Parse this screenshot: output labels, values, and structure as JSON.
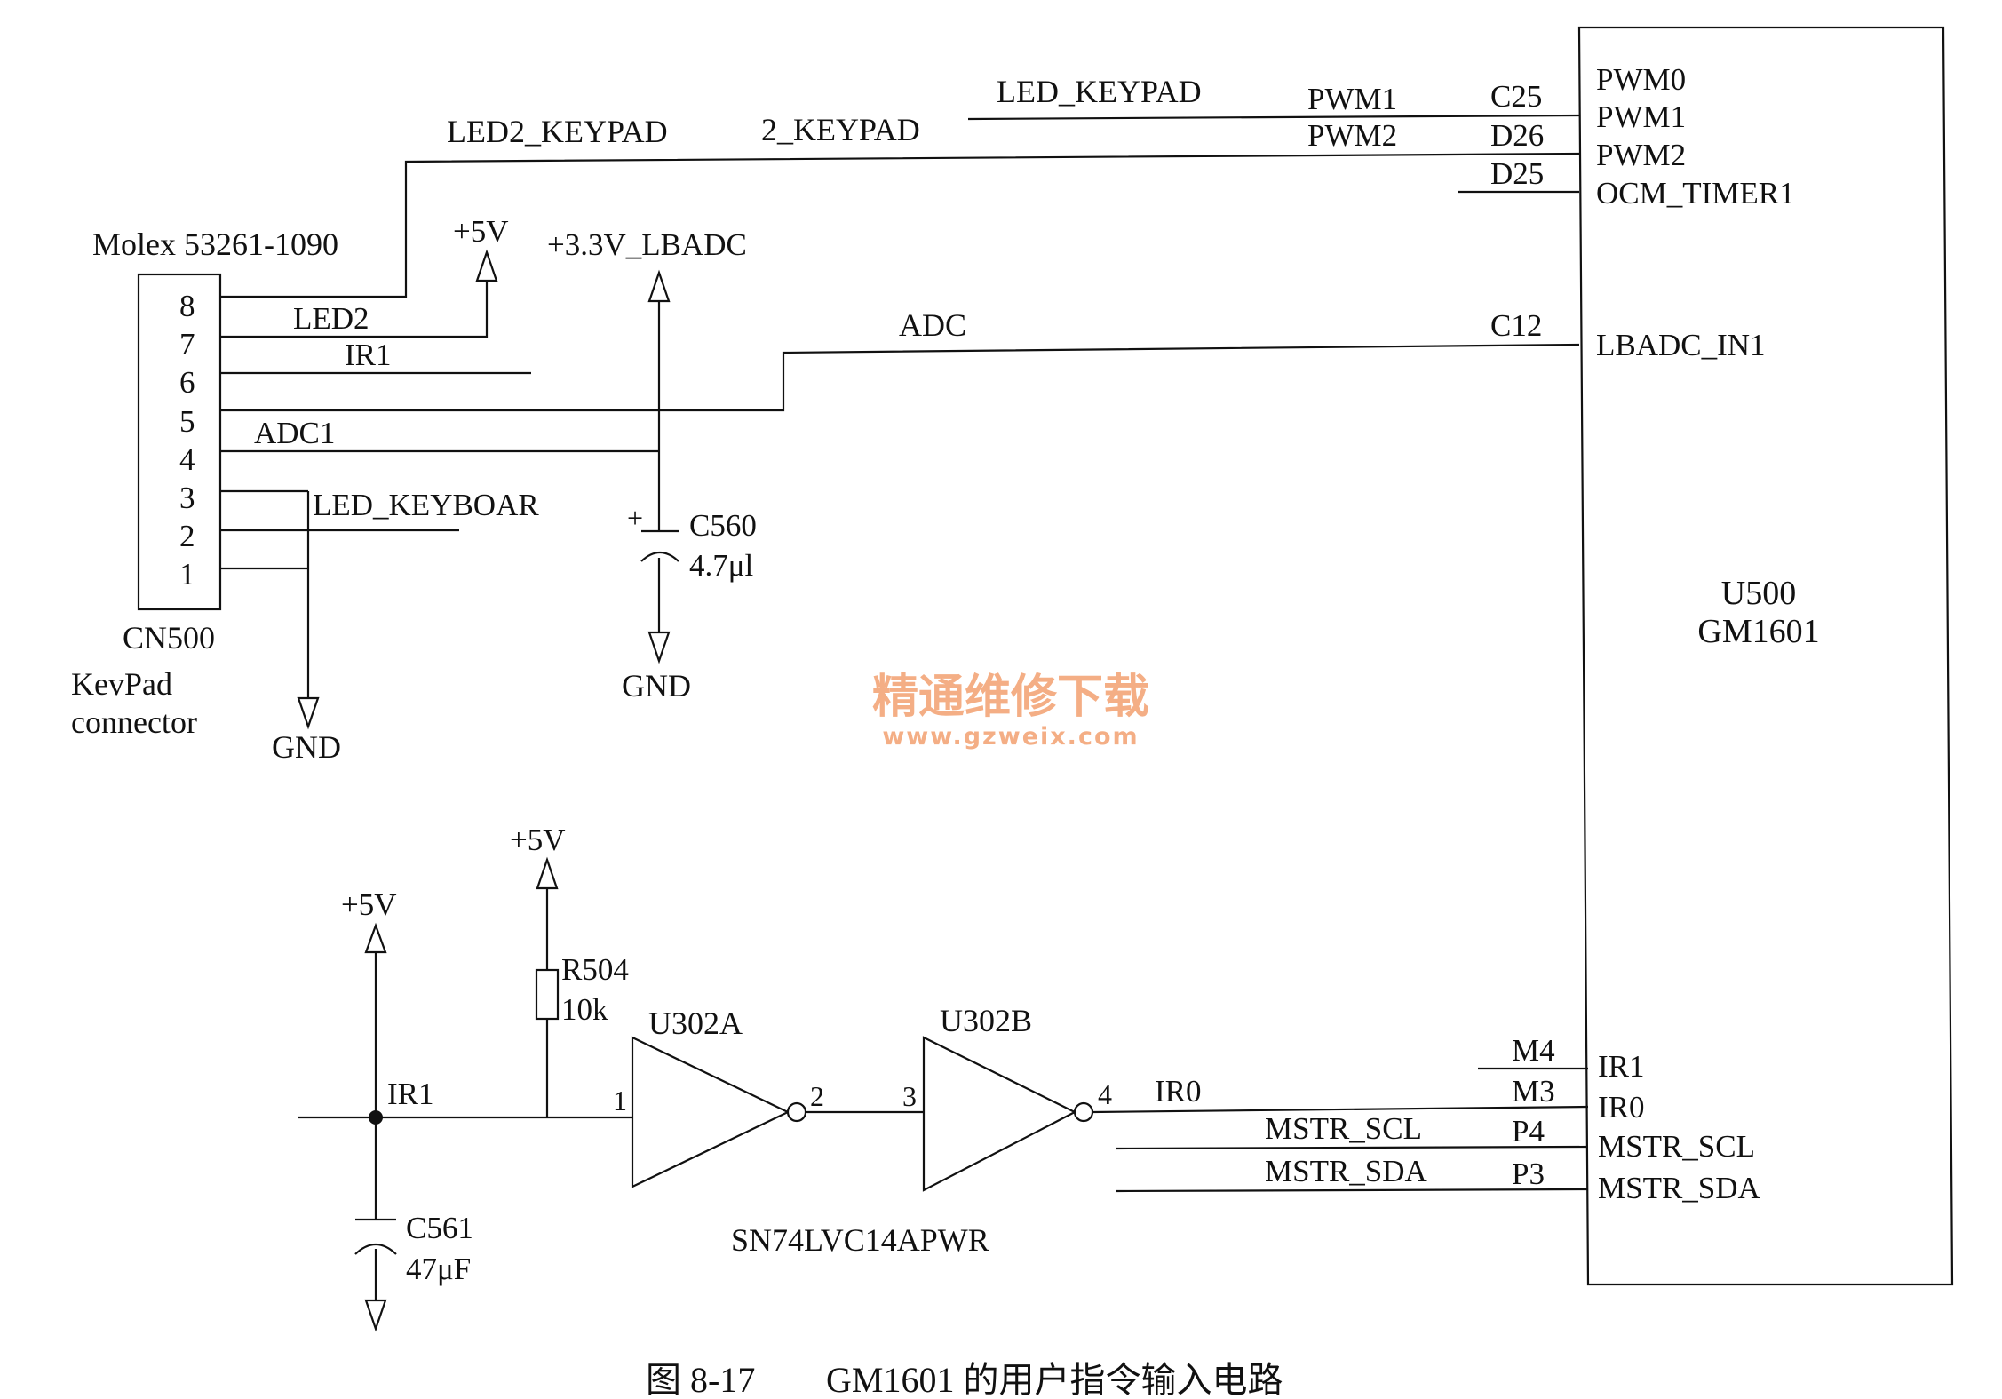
{
  "colors": {
    "ink": "#111111",
    "watermark": "#f3a070"
  },
  "ic": {
    "ref": "U500",
    "part": "GM1601"
  },
  "connector": {
    "part": "Molex 53261-1090",
    "ref": "CN500",
    "desc_line1": "KevPad",
    "desc_line2": "connector",
    "pins": [
      "8",
      "7",
      "6",
      "5",
      "4",
      "3",
      "2",
      "1"
    ]
  },
  "ic_pins": [
    "PWM0",
    "PWM1",
    "PWM2",
    "OCM_TIMER1",
    "LBADC_IN1",
    "IR1",
    "IR0",
    "MSTR_SCL",
    "MSTR_SDA"
  ],
  "ball_labels": [
    "C25",
    "D26",
    "D25",
    "C12",
    "M4",
    "M3",
    "P4",
    "P3"
  ],
  "net_labels": {
    "led_keypad": "LED_KEYPAD",
    "led2_keypad": "LED2_KEYPAD",
    "two_keypad": "2_KEYPAD",
    "pwm1": "PWM1",
    "pwm2": "PWM2",
    "led2": "LED2",
    "ir1": "IR1",
    "adc": "ADC",
    "adc1": "ADC1",
    "led_keyboar": "LED_KEYBOAR",
    "ir1_bottom": "IR1",
    "ir0": "IR0",
    "mstr_scl": "MSTR_SCL",
    "mstr_sda": "MSTR_SDA"
  },
  "power": {
    "vcc5_a": "+5V",
    "vcc33": "+3.3V_LBADC",
    "vcc5_b": "+5V",
    "vcc5_c": "+5V",
    "gnd_a": "GND",
    "gnd_b": "GND"
  },
  "components": {
    "c560_ref": "C560",
    "c560_val": "4.7μl",
    "c560_plus": "+",
    "c561_ref": "C561",
    "c561_val": "47μF",
    "r504_ref": "R504",
    "r504_val": "10k",
    "u302a": "U302A",
    "u302b": "U302B",
    "inverter_part": "SN74LVC14APWR"
  },
  "inverter_pins": [
    "1",
    "2",
    "3",
    "4"
  ],
  "watermark": {
    "cn": "精通维修下载",
    "url": "www.gzweix.com"
  },
  "caption": {
    "number": "图 8-17",
    "text": "GM1601 的用户指令输入电路"
  }
}
